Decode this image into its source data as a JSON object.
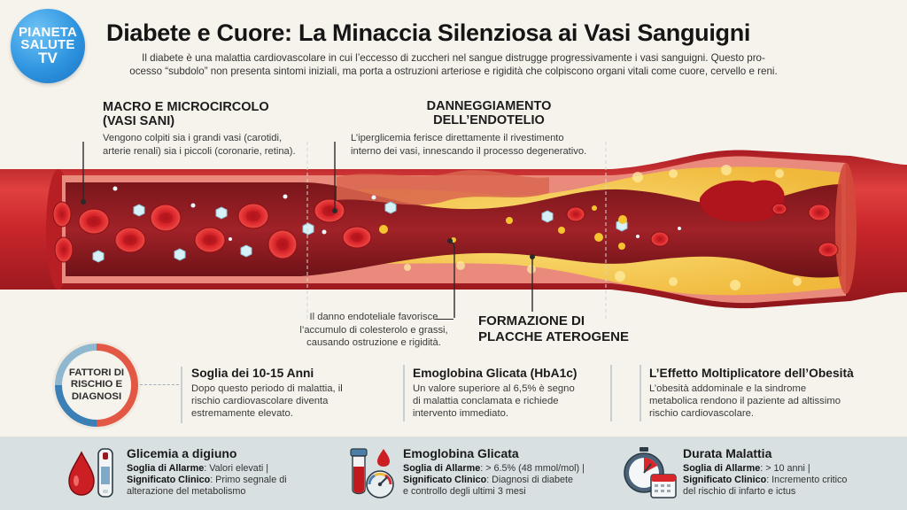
{
  "logo": {
    "line1": "PIANETA",
    "line2": "SALUTE",
    "line3": "TV"
  },
  "header": {
    "title": "Diabete e Cuore: La Minaccia Silenziosa ai Vasi Sanguigni",
    "intro_line1": "Il diabete è una malattia cardiovascolare in cui l’eccesso di zuccheri nel sangue distrugge progressivamente i vasi sanguigni. Questo pro-",
    "intro_line2": "ocesso “subdolo” non presenta sintomi iniziali, ma porta a ostruzioni arteriose e rigidità che colpiscono organi vitali come cuore, cervello e reni."
  },
  "callouts": {
    "healthy": {
      "title_line1": "MACRO E MICROCIRCOLO",
      "title_line2": "(VASI SANI)",
      "text_line1": "Vengono colpiti sia i grandi vasi (carotidi,",
      "text_line2": "arterie renali) sia i piccoli (coronarie, retina)."
    },
    "endothelium": {
      "title_line1": "DANNEGGIAMENTO",
      "title_line2": "DELL’ENDOTELIO",
      "text_line1": "L’iperglicemia ferisce direttamente il rivestimento",
      "text_line2": "interno dei vasi, innescando il processo degenerativo."
    },
    "accumulation": {
      "text_line1": "Il danno endoteliale favorisce",
      "text_line2": "l’accumulo di colesterolo e grassi,",
      "text_line3": "causando ostruzione e rigidità."
    },
    "plaques": {
      "title_line1": "FORMAZIONE DI",
      "title_line2": "PLACCHE ATEROGENE"
    }
  },
  "illustration": {
    "colors": {
      "vessel_outer": "#c8242a",
      "vessel_wall": "#e8877a",
      "lumen": "#8e1d22",
      "rbc": "#d9262b",
      "plaque": "#f2c94c",
      "glucose": "#cfeef7"
    }
  },
  "factors": {
    "badge_line1": "FATTORI DI",
    "badge_line2": "RISCHIO E",
    "badge_line3": "DIAGNOSI",
    "items": [
      {
        "title": "Soglia dei 10-15 Anni",
        "line1": "Dopo questo periodo di malattia, il",
        "line2": "rischio cardiovascolare diventa",
        "line3": "estremamente elevato."
      },
      {
        "title": "Emoglobina Glicata (HbA1c)",
        "line1": "Un valore superiore al 6,5% è segno",
        "line2": "di malattia conclamata e richiede",
        "line3": "intervento immediato."
      },
      {
        "title": "L’Effetto Moltiplicatore dell’Obesità",
        "line1": "L’obesità addominale e la sindrome",
        "line2": "metabolica rendono il paziente ad altissimo",
        "line3": "rischio cardiovascolare."
      }
    ]
  },
  "cards": {
    "alarm_label": "Soglia di Allarme",
    "clinical_label": "Significato Clinico",
    "items": [
      {
        "title": "Glicemia a digiuno",
        "alarm": ": Valori elevati |",
        "clinical": ": Primo segnale di",
        "clinical_cont": "alterazione del metabolismo",
        "icon": "blood-drop-and-test-strip"
      },
      {
        "title": "Emoglobina Glicata",
        "alarm": ": > 6.5% (48 mmol/mol) |",
        "clinical": ": Diagnosi di diabete",
        "clinical_cont": "e controllo degli ultimi 3 mesi",
        "icon": "test-tube-and-gauge"
      },
      {
        "title": "Durata Malattia",
        "alarm": ": > 10 anni |",
        "clinical": ": Incremento critico",
        "clinical_cont": "del rischio di infarto e ictus",
        "icon": "stopwatch-and-calendar"
      }
    ]
  }
}
